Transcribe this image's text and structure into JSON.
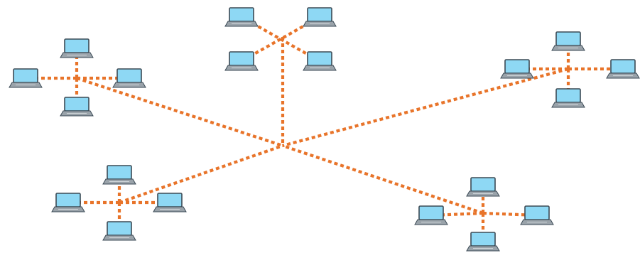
{
  "diagram": {
    "type": "network-topology",
    "link_color": "#e8742a",
    "screen_color": "#8ed8f4",
    "screen_border_color": "#3b4a55",
    "base_color": "#9aa3aa",
    "clusters": [
      {
        "id": "top",
        "laptop_icons": [
          "laptop-icon",
          "laptop-icon",
          "laptop-icon",
          "laptop-icon"
        ]
      },
      {
        "id": "upper-left",
        "laptop_icons": [
          "laptop-icon",
          "laptop-icon",
          "laptop-icon",
          "laptop-icon"
        ]
      },
      {
        "id": "right",
        "laptop_icons": [
          "laptop-icon",
          "laptop-icon",
          "laptop-icon",
          "laptop-icon"
        ]
      },
      {
        "id": "lower-left",
        "laptop_icons": [
          "laptop-icon",
          "laptop-icon",
          "laptop-icon",
          "laptop-icon"
        ]
      },
      {
        "id": "lower-right",
        "laptop_icons": [
          "laptop-icon",
          "laptop-icon",
          "laptop-icon",
          "laptop-icon"
        ]
      }
    ]
  }
}
